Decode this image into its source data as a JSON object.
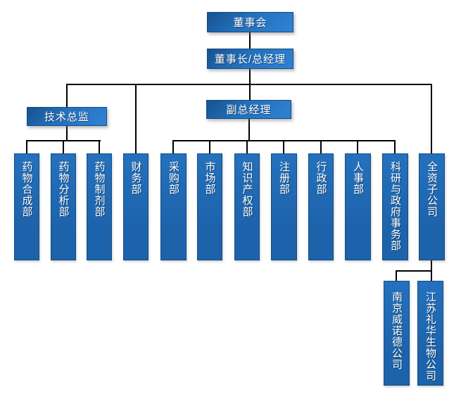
{
  "colors": {
    "background": "#ffffff",
    "connector": "#000000",
    "text": "#ffffff",
    "node_fill_dark": "#17528f",
    "node_fill_mid": "#2371bd",
    "node_fill_light": "#2f82d4",
    "vnode_fill_top": "#2471bd",
    "vnode_fill": "#1d63ab",
    "node_border": "#144c85"
  },
  "nodes": {
    "board": "董事会",
    "chairman_gm": "董事长/总经理",
    "tech_director": "技术总监",
    "deputy_gm": "副总经理",
    "drug_synthesis": "药物合成部",
    "drug_analysis": "药物分析部",
    "drug_formulation": "药物制剂部",
    "finance": "财务部",
    "procurement": "采购部",
    "marketing": "市场部",
    "intellectual_property": "知识产权部",
    "registration": "注册部",
    "administration": "行政部",
    "human_resources": "人事部",
    "research_gov_affairs": "科研与政府事务部",
    "wholly_owned_subsidiary": "全资子公司",
    "nanjing_weinuode": "南京威诺德公司",
    "jiangsu_lihua_bio": "江苏礼华生物公司"
  },
  "structure": {
    "board": [
      "chairman_gm"
    ],
    "chairman_gm": [
      "tech_director",
      "finance",
      "deputy_gm",
      "wholly_owned_subsidiary"
    ],
    "tech_director": [
      "drug_synthesis",
      "drug_analysis",
      "drug_formulation"
    ],
    "deputy_gm": [
      "procurement",
      "marketing",
      "intellectual_property",
      "registration",
      "administration",
      "human_resources",
      "research_gov_affairs"
    ],
    "wholly_owned_subsidiary": [
      "nanjing_weinuode",
      "jiangsu_lihua_bio"
    ]
  }
}
